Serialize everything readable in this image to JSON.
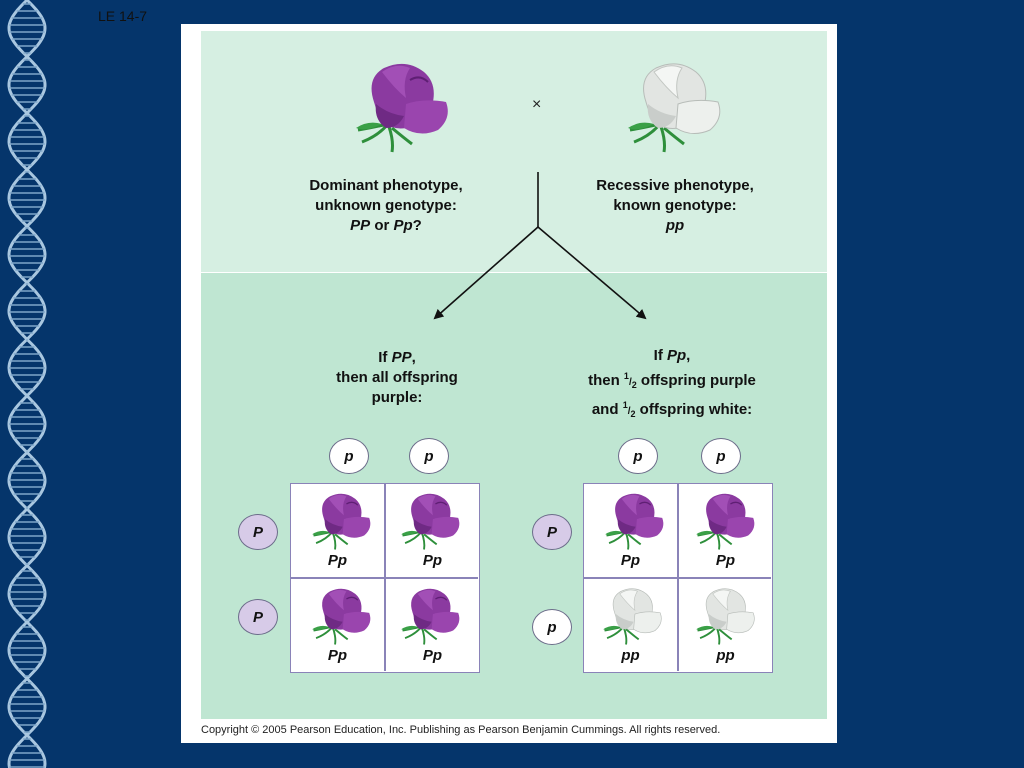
{
  "slide_label": "LE 14-7",
  "cross_symbol": "×",
  "parents": {
    "dominant": {
      "line1": "Dominant phenotype,",
      "line2": "unknown genotype:",
      "g1": "PP",
      "or": " or ",
      "g2": "Pp",
      "q": "?"
    },
    "recessive": {
      "line1": "Recessive phenotype,",
      "line2": "known genotype:",
      "g": "pp"
    }
  },
  "outcomes": {
    "homozygous": {
      "if": "If ",
      "g": "PP",
      "comma": ",",
      "line2": "then all offspring",
      "line3": "purple:"
    },
    "heterozygous": {
      "if": "If ",
      "g": "Pp",
      "comma": ",",
      "then": "then ",
      "num": "1",
      "den": "2",
      "t1": " offspring purple",
      "and": "and ",
      "t2": " offspring white:"
    }
  },
  "punnett_left": {
    "top_gametes": [
      "p",
      "p"
    ],
    "side_gametes": [
      "P",
      "P"
    ],
    "cells": [
      "Pp",
      "Pp",
      "Pp",
      "Pp"
    ]
  },
  "punnett_right": {
    "top_gametes": [
      "p",
      "p"
    ],
    "side_gametes": [
      "P",
      "p"
    ],
    "cells": [
      "Pp",
      "Pp",
      "pp",
      "pp"
    ]
  },
  "colors": {
    "purple_flower": "#8b3aa0",
    "white_flower": "#e6e9e6",
    "background": "#05356b"
  },
  "copyright": "Copyright ©  2005 Pearson Education, Inc. Publishing as Pearson Benjamin Cummings. All rights reserved."
}
